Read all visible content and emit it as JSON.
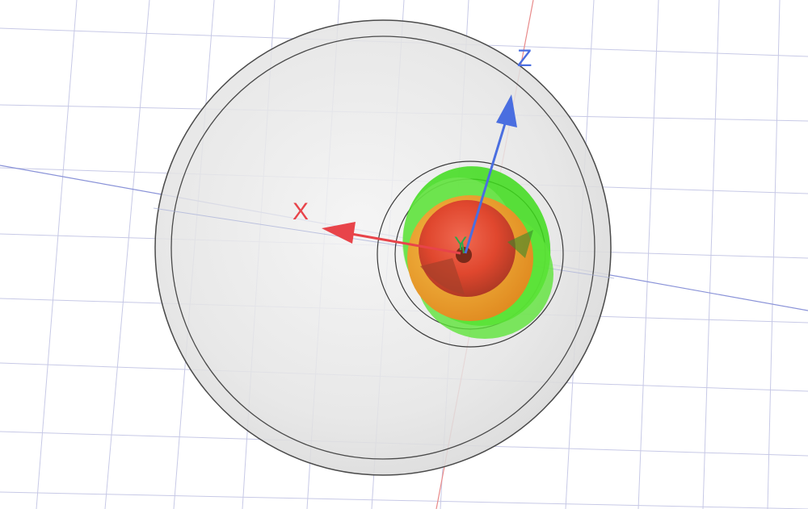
{
  "viewport": {
    "axes": [
      {
        "name": "x",
        "label": "X",
        "color": "#e8444a"
      },
      {
        "name": "y",
        "label": "Y",
        "color": "#2fa84a"
      },
      {
        "name": "z",
        "label": "Z",
        "color": "#4a6ee0"
      }
    ],
    "grid_color": "#c7c9e6",
    "plot_colors": [
      "#e0472e",
      "#f0a020",
      "#3ddc1a"
    ]
  }
}
